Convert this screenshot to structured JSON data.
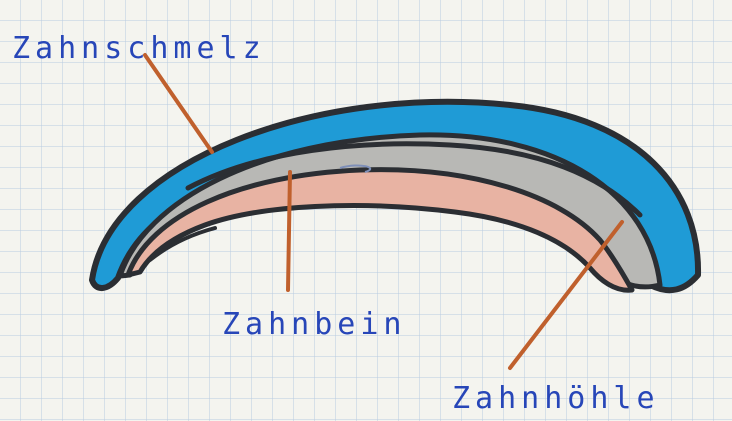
{
  "labels": {
    "enamel": "Zahnschmelz",
    "dentin": "Zahnbein",
    "pulp": "Zahnhöhle"
  },
  "colors": {
    "paper": "#f4f4ef",
    "grid": "#b9cbe0",
    "enamel": "#1f9bd6",
    "pulp_gray": "#b8b8b5",
    "dentin_pink": "#e8b3a3",
    "outline": "#2b2e33",
    "leader": "#c0602d",
    "label": "#2746b8"
  }
}
